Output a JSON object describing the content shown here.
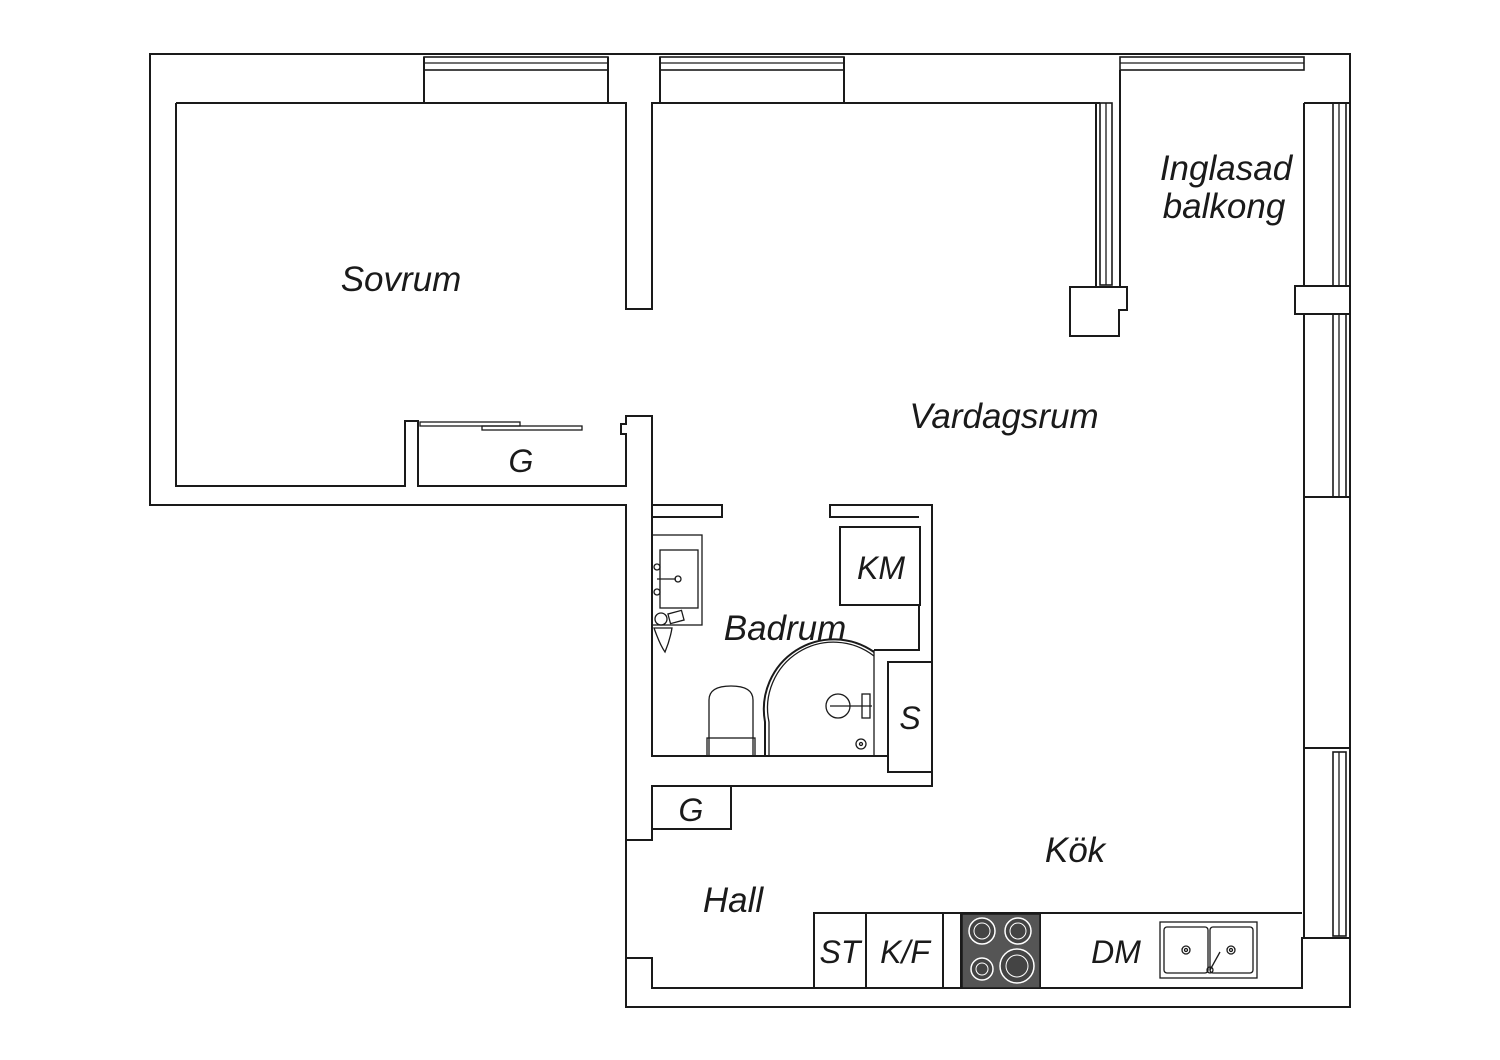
{
  "rooms": {
    "sovrum": "Sovrum",
    "balkong_line1": "Inglasad",
    "balkong_line2": "balkong",
    "vardagsrum": "Vardagsrum",
    "badrum": "Badrum",
    "hall": "Hall",
    "kok": "Kök"
  },
  "fixtures": {
    "garderob_sovrum": "G",
    "garderob_hall": "G",
    "km": "KM",
    "s": "S",
    "st": "ST",
    "kf": "K/F",
    "dm": "DM"
  },
  "icons": [
    "cooktop-icon",
    "double-sink-icon",
    "toilet-icon",
    "shower-icon",
    "washbasin-icon",
    "window-icon"
  ],
  "colors": {
    "line": "#1a1a1a",
    "background": "#ffffff",
    "cooktop": "#555555"
  }
}
